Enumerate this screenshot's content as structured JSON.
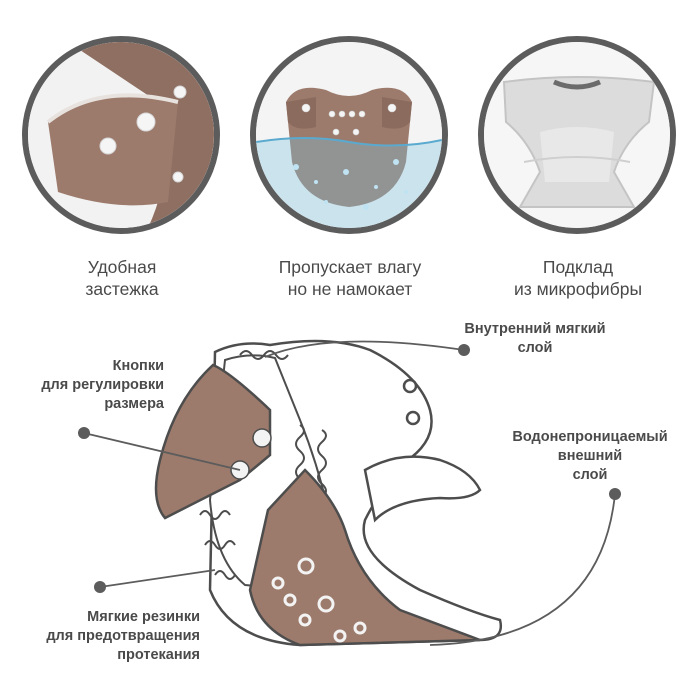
{
  "features": [
    {
      "line1": "Удобная",
      "line2": "застежка"
    },
    {
      "line1": "Пропускает влагу",
      "line2": "но не намокает"
    },
    {
      "line1": "Подклад",
      "line2": "из микрофибры"
    }
  ],
  "callouts": {
    "inner_layer": {
      "line1": "Внутренний мягкий",
      "line2": "слой"
    },
    "snap_buttons": {
      "line1": "Кнопки",
      "line2": "для регулировки",
      "line3": "размера"
    },
    "outer_layer": {
      "line1": "Водонепроницаемый",
      "line2": "внешний",
      "line3": "слой"
    },
    "elastics": {
      "line1": "Мягкие резинки",
      "line2": "для предотвращения",
      "line3": "протекания"
    }
  },
  "colors": {
    "brown": "#9d7b6c",
    "ring": "#5c5c5c",
    "text": "#4a4a4a",
    "water": "#7fc3e0"
  }
}
